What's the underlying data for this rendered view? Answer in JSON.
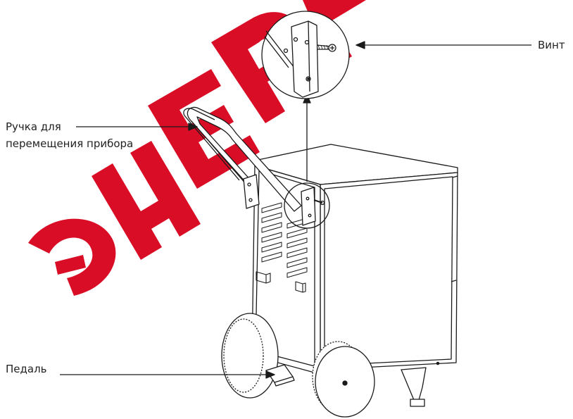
{
  "labels": {
    "screw": "Винт",
    "handle_line1": "Ручка для",
    "handle_line2": "перемещения прибора",
    "pedal": "Педаль"
  },
  "watermark": {
    "text": "ЭНЕРГ",
    "color": "#d8001a"
  },
  "colors": {
    "line": "#1a1a1a",
    "fill": "#ffffff",
    "label": "#222222"
  }
}
